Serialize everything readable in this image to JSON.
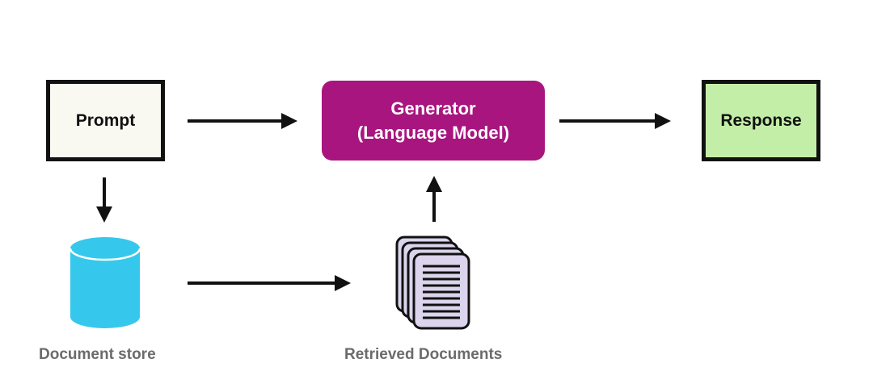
{
  "nodes": {
    "prompt": {
      "label": "Prompt"
    },
    "generator": {
      "line1": "Generator",
      "line2": "(Language Model)"
    },
    "response": {
      "label": "Response"
    },
    "document_store": {
      "label": "Document store",
      "icon": "database-cylinder-icon"
    },
    "retrieved_documents": {
      "label": "Retrieved Documents",
      "icon": "document-stack-icon"
    }
  },
  "colors": {
    "prompt_fill": "#f9f9f1",
    "generator_fill": "#a8157f",
    "response_fill": "#c3eea8",
    "database": "#36c8ec",
    "documents": "#dcd4ec",
    "caption": "#6b6b6b",
    "arrow": "#111111"
  }
}
